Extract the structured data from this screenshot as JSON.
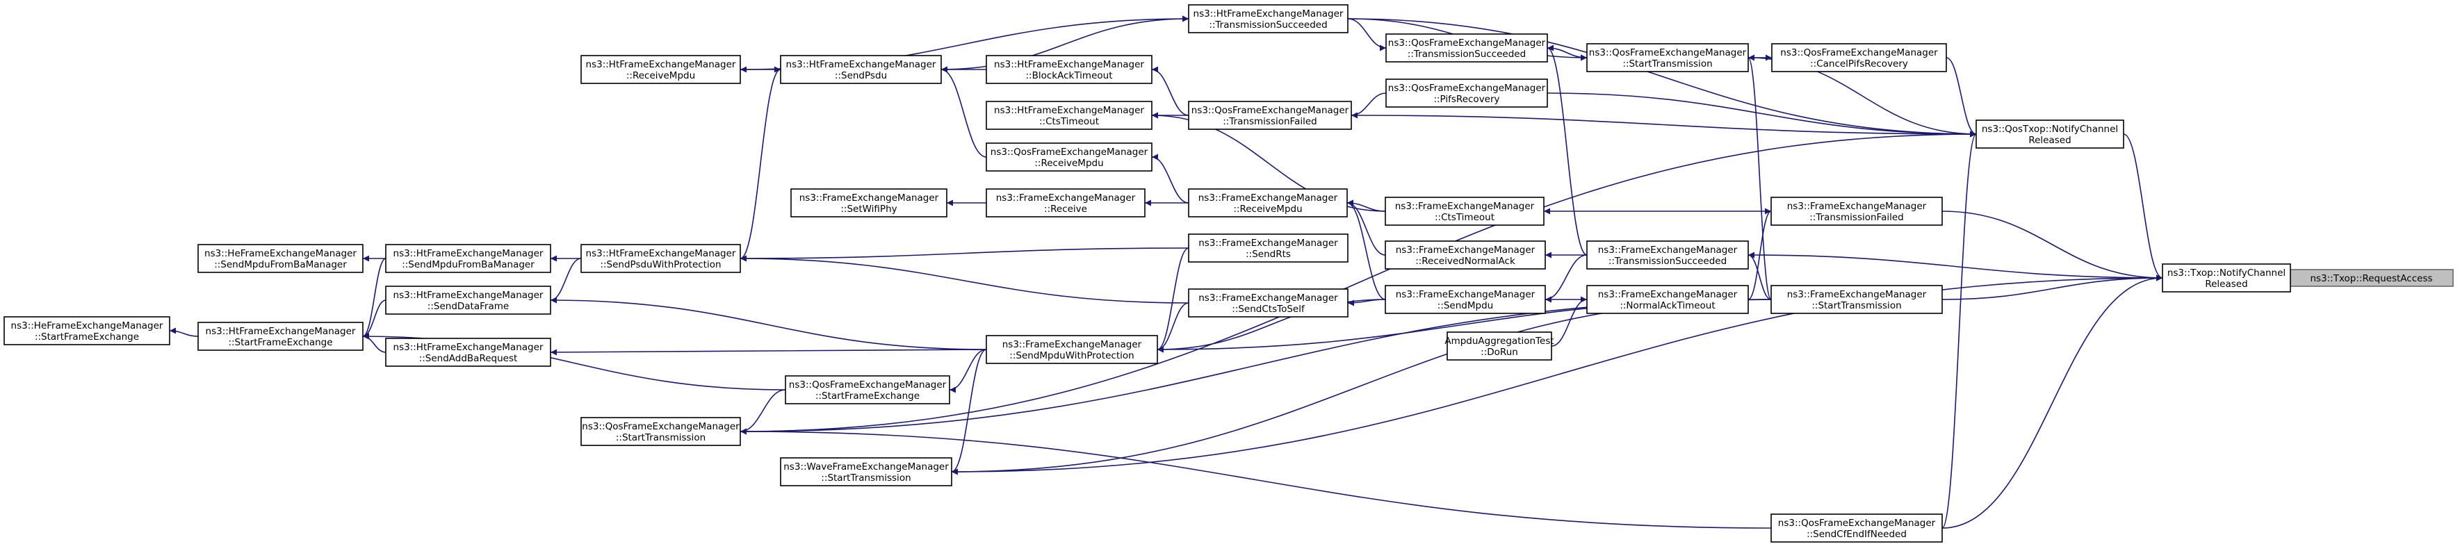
{
  "graph": {
    "edge_color": "#191970",
    "root_fill": "#bfbfbf",
    "nodes": [
      {
        "id": "req_access",
        "lines": [
          "ns3::Txop::RequestAccess"
        ],
        "root": true
      },
      {
        "id": "txop_ncr",
        "lines": [
          "ns3::Txop::NotifyChannel",
          "Released"
        ]
      },
      {
        "id": "qos_ncr",
        "lines": [
          "ns3::QosTxop::NotifyChannel",
          "Released"
        ]
      },
      {
        "id": "qfem_cancel",
        "lines": [
          "ns3::QosFrameExchangeManager",
          "::CancelPifsRecovery"
        ]
      },
      {
        "id": "qfem_starttx_top",
        "lines": [
          "ns3::QosFrameExchangeManager",
          "::StartTransmission"
        ]
      },
      {
        "id": "qfem_txsucc_top",
        "lines": [
          "ns3::QosFrameExchangeManager",
          "::TransmissionSucceeded"
        ]
      },
      {
        "id": "qfem_pifs",
        "lines": [
          "ns3::QosFrameExchangeManager",
          "::PifsRecovery"
        ]
      },
      {
        "id": "htfem_txsucc",
        "lines": [
          "ns3::HtFrameExchangeManager",
          "::TransmissionSucceeded"
        ]
      },
      {
        "id": "htfem_recvmpdu",
        "lines": [
          "ns3::HtFrameExchangeManager",
          "::ReceiveMpdu"
        ]
      },
      {
        "id": "htfem_sendpsdu",
        "lines": [
          "ns3::HtFrameExchangeManager",
          "::SendPsdu"
        ]
      },
      {
        "id": "htfem_bat",
        "lines": [
          "ns3::HtFrameExchangeManager",
          "::BlockAckTimeout"
        ]
      },
      {
        "id": "qfem_txfail",
        "lines": [
          "ns3::QosFrameExchangeManager",
          "::TransmissionFailed"
        ]
      },
      {
        "id": "htfem_cts",
        "lines": [
          "ns3::HtFrameExchangeManager",
          "::CtsTimeout"
        ]
      },
      {
        "id": "qfem_recvmpdu",
        "lines": [
          "ns3::QosFrameExchangeManager",
          "::ReceiveMpdu"
        ]
      },
      {
        "id": "fem_txfail",
        "lines": [
          "ns3::FrameExchangeManager",
          "::TransmissionFailed"
        ]
      },
      {
        "id": "fem_cts",
        "lines": [
          "ns3::FrameExchangeManager",
          "::CtsTimeout"
        ]
      },
      {
        "id": "fem_recvmpdu",
        "lines": [
          "ns3::FrameExchangeManager",
          "::ReceiveMpdu"
        ]
      },
      {
        "id": "fem_receive",
        "lines": [
          "ns3::FrameExchangeManager",
          "::Receive"
        ]
      },
      {
        "id": "fem_setwifiphy",
        "lines": [
          "ns3::FrameExchangeManager",
          "::SetWifiPhy"
        ]
      },
      {
        "id": "fem_recvnormalack",
        "lines": [
          "ns3::FrameExchangeManager",
          "::ReceivedNormalAck"
        ]
      },
      {
        "id": "fem_txsucc",
        "lines": [
          "ns3::FrameExchangeManager",
          "::TransmissionSucceeded"
        ]
      },
      {
        "id": "fem_sendrts",
        "lines": [
          "ns3::FrameExchangeManager",
          "::SendRts"
        ]
      },
      {
        "id": "fem_sendmpdu",
        "lines": [
          "ns3::FrameExchangeManager",
          "::SendMpdu"
        ]
      },
      {
        "id": "fem_normalack",
        "lines": [
          "ns3::FrameExchangeManager",
          "::NormalAckTimeout"
        ]
      },
      {
        "id": "fem_starttx",
        "lines": [
          "ns3::FrameExchangeManager",
          "::StartTransmission"
        ]
      },
      {
        "id": "fem_sendcts",
        "lines": [
          "ns3::FrameExchangeManager",
          "::SendCtsToSelf"
        ]
      },
      {
        "id": "ampdu_dorun",
        "lines": [
          "AmpduAggregationTest",
          "::DoRun"
        ]
      },
      {
        "id": "fem_sendmpduwp",
        "lines": [
          "ns3::FrameExchangeManager",
          "::SendMpduWithProtection"
        ]
      },
      {
        "id": "htfem_sendpsduwp",
        "lines": [
          "ns3::HtFrameExchangeManager",
          "::SendPsduWithProtection"
        ]
      },
      {
        "id": "htfem_sendmpdufba",
        "lines": [
          "ns3::HtFrameExchangeManager",
          "::SendMpduFromBaManager"
        ]
      },
      {
        "id": "hefem_sendmpdufba",
        "lines": [
          "ns3::HeFrameExchangeManager",
          "::SendMpduFromBaManager"
        ]
      },
      {
        "id": "htfem_senddata",
        "lines": [
          "ns3::HtFrameExchangeManager",
          "::SendDataFrame"
        ]
      },
      {
        "id": "htfem_startfe",
        "lines": [
          "ns3::HtFrameExchangeManager",
          "::StartFrameExchange"
        ]
      },
      {
        "id": "hefem_startfe",
        "lines": [
          "ns3::HeFrameExchangeManager",
          "::StartFrameExchange"
        ]
      },
      {
        "id": "htfem_sendaddba",
        "lines": [
          "ns3::HtFrameExchangeManager",
          "::SendAddBaRequest"
        ]
      },
      {
        "id": "qfem_startfe",
        "lines": [
          "ns3::QosFrameExchangeManager",
          "::StartFrameExchange"
        ]
      },
      {
        "id": "qfem_starttx_bottom",
        "lines": [
          "ns3::QosFrameExchangeManager",
          "::StartTransmission"
        ]
      },
      {
        "id": "wave_starttx",
        "lines": [
          "ns3::WaveFrameExchangeManager",
          "::StartTransmission"
        ]
      },
      {
        "id": "qfem_sendcf",
        "lines": [
          "ns3::QosFrameExchangeManager",
          "::SendCfEndIfNeeded"
        ]
      }
    ]
  }
}
